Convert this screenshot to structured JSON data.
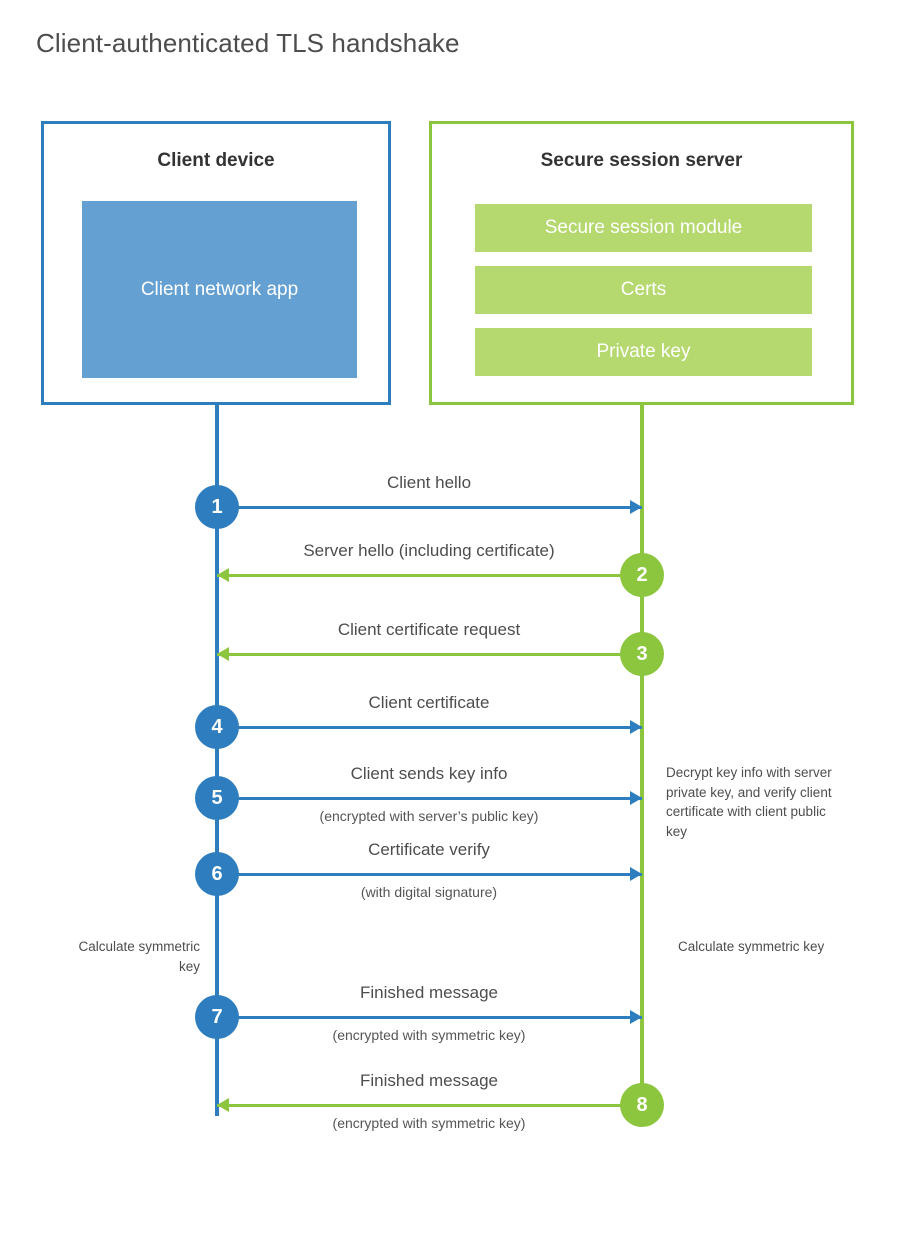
{
  "title": "Client-authenticated TLS handshake",
  "colors": {
    "blue_stroke": "#2E7EBF",
    "blue_fill": "#64A0D2",
    "green_stroke": "#8CC63E",
    "green_fill": "#B5D86F",
    "text": "#4d4d4d"
  },
  "client": {
    "title": "Client device",
    "app_label": "Client network app"
  },
  "server": {
    "title": "Secure session server",
    "modules": [
      {
        "label": "Secure session module"
      },
      {
        "label": "Certs"
      },
      {
        "label": "Private key"
      }
    ]
  },
  "steps": [
    {
      "number": "1",
      "label": "Client hello",
      "sublabel": "",
      "direction": "client-to-server",
      "color": "blue"
    },
    {
      "number": "2",
      "label": "Server hello (including certificate)",
      "sublabel": "",
      "direction": "server-to-client",
      "color": "green"
    },
    {
      "number": "3",
      "label": "Client certificate request",
      "sublabel": "",
      "direction": "server-to-client",
      "color": "green"
    },
    {
      "number": "4",
      "label": "Client certificate",
      "sublabel": "",
      "direction": "client-to-server",
      "color": "blue"
    },
    {
      "number": "5",
      "label": "Client sends key info",
      "sublabel": "(encrypted with server’s public key)",
      "direction": "client-to-server",
      "color": "blue"
    },
    {
      "number": "6",
      "label": "Certificate verify",
      "sublabel": "(with digital signature)",
      "direction": "client-to-server",
      "color": "blue"
    },
    {
      "number": "7",
      "label": "Finished message",
      "sublabel": "(encrypted with symmetric key)",
      "direction": "client-to-server",
      "color": "blue"
    },
    {
      "number": "8",
      "label": "Finished message",
      "sublabel": "(encrypted with symmetric key)",
      "direction": "server-to-client",
      "color": "green"
    }
  ],
  "annotations": {
    "server_decrypt": "Decrypt key info with server private key, and verify client certificate with client public key",
    "client_calculate": "Calculate symmetric key",
    "server_calculate": "Calculate symmetric key"
  }
}
